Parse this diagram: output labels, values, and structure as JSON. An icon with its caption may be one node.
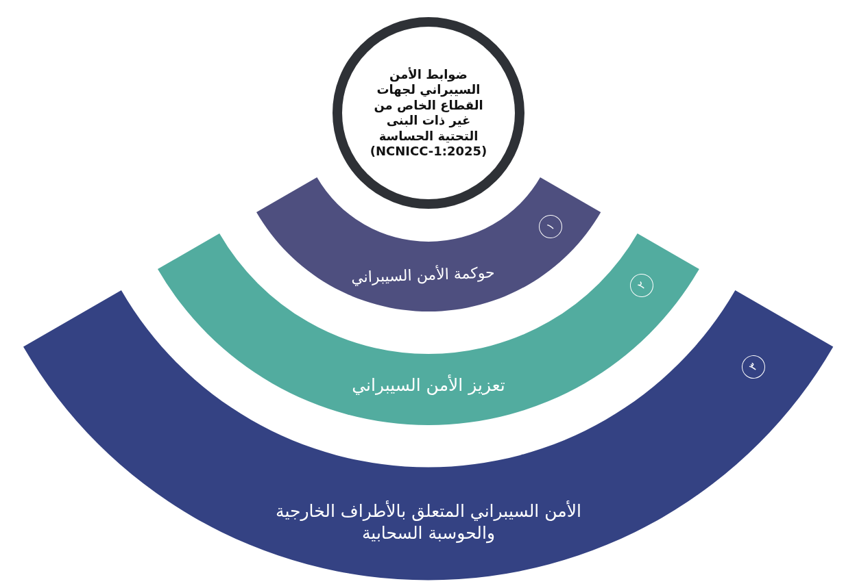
{
  "diagram": {
    "nodes": [
      {
        "text": [
          "ضوابط الأمن السيبراني لجهات القطاع الخاص من غير ذات البنى التحتية الحساسة (NCNICC-1:2025)"
        ]
      },
      {
        "text": [
          "١",
          "حوكمة الأمن السيبراني"
        ]
      },
      {
        "text": [
          "٢",
          "تعزيز الأمن السيبراني"
        ]
      },
      {
        "text": [
          "٣",
          "الأمن السيبراني المتعلق بالأطراف الخارجية والحوسبة السحابية"
        ]
      }
    ]
  }
}
